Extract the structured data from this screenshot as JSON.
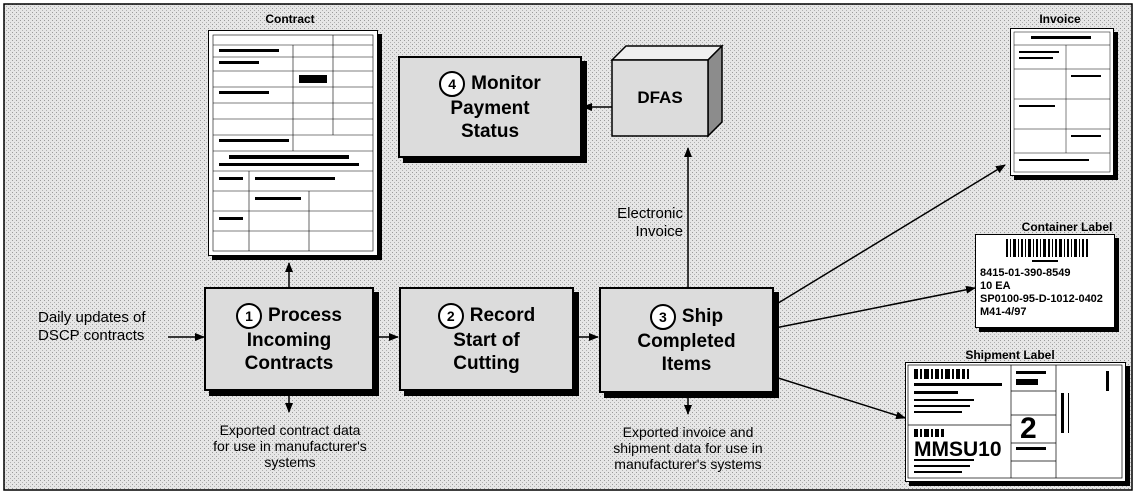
{
  "process_steps": [
    {
      "number": "1",
      "lines": [
        "Process",
        "Incoming",
        "Contracts"
      ]
    },
    {
      "number": "2",
      "lines": [
        "Record",
        "Start of",
        "Cutting"
      ]
    },
    {
      "number": "3",
      "lines": [
        "Ship",
        "Completed",
        "Items"
      ]
    },
    {
      "number": "4",
      "lines": [
        "Monitor",
        "Payment",
        "Status"
      ]
    }
  ],
  "dfas_label": "DFAS",
  "notes": {
    "daily_updates": [
      "Daily updates of",
      "DSCP contracts"
    ],
    "exported_contract": [
      "Exported contract data",
      "for use in manufacturer's",
      "systems"
    ],
    "exported_invoice": [
      "Exported invoice and",
      "shipment data for use in",
      "manufacturer's systems"
    ],
    "electronic_invoice": [
      "Electronic",
      "Invoice"
    ]
  },
  "documents": {
    "contract_title": "Contract",
    "invoice_title": "Invoice",
    "container_label_title": "Container Label",
    "container_label_lines": [
      "8415-01-390-8549",
      "10 EA",
      "SP0100-95-D-1012-0402",
      "M41-4/97"
    ],
    "shipment_label_title": "Shipment Label",
    "shipment_label_code": "MMSU10"
  }
}
